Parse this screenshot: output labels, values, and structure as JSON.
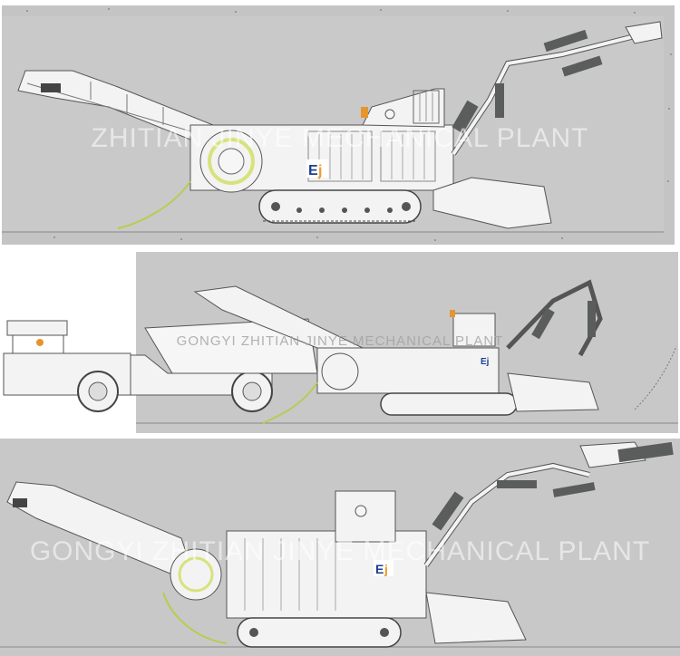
{
  "logo_text": "Ej",
  "panels": [
    {
      "watermark": "ZHITIAN JINYE MECHANICAL PLANT"
    },
    {
      "watermark": "GONGYI ZHITIAN JINYE MECHANICAL PLANT"
    },
    {
      "watermark": "GONGYI ZHITIAN JINYE MECHANICAL PLANT"
    }
  ],
  "colors": {
    "tunnel_fill": "#c8c8c8",
    "machine_fill": "#f3f3f3",
    "outline": "#555555",
    "cylinder": "#5a5d5c",
    "cable": "#b8cc52",
    "beacon": "#e6952e",
    "logo_blue": "#1d3f91",
    "logo_orange": "#f09a27"
  },
  "icons": [
    "mucking-loader",
    "dump-truck",
    "hydraulic-breaker"
  ]
}
